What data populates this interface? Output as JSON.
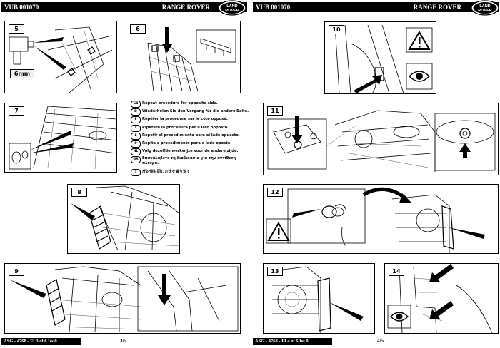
{
  "left_page": {
    "doc_code": "VUB 001070",
    "model": "RANGE ROVER",
    "logo_line1": "LAND",
    "logo_line2": "ROVER",
    "footer": "ASG - 4768 - FI 3 of 6 Iss.0",
    "page_number": "3/5",
    "steps": [
      {
        "num": "5",
        "tool_label": "6mm"
      },
      {
        "num": "6"
      },
      {
        "num": "7"
      },
      {
        "num": "8"
      },
      {
        "num": "9"
      }
    ],
    "languages": [
      {
        "code": "GB",
        "text": "Repeat procedure for opposite side."
      },
      {
        "code": "D",
        "text": "Wiederholen Sie den Vorgang für die andere Seite."
      },
      {
        "code": "F",
        "text": "Répéter la procédure sur le côté opposé."
      },
      {
        "code": "I",
        "text": "Ripetere la procedura per il lato opposto."
      },
      {
        "code": "E",
        "text": "Repetir el procedimiento para el lado opuesto."
      },
      {
        "code": "P",
        "text": "Repita o procedimento para o lado oposto."
      },
      {
        "code": "NL",
        "text": "Volg dezelfde werkwijze voor de andere zijde."
      },
      {
        "code": "GR",
        "text": "Επαναλάβετε τη διαδικασία για την αντίθετη πλευρά."
      },
      {
        "code": "J",
        "text": "反対側も同じ方法を繰り返す"
      }
    ]
  },
  "right_page": {
    "doc_code": "VUB 001070",
    "model": "RANGE ROVER",
    "logo_line1": "LAND",
    "logo_line2": "ROVER",
    "footer": "ASG - 4768 - FI 4 of 6 Iss.0",
    "page_number": "4/5",
    "steps": [
      {
        "num": "10"
      },
      {
        "num": "11"
      },
      {
        "num": "12"
      },
      {
        "num": "13"
      },
      {
        "num": "14"
      }
    ]
  }
}
